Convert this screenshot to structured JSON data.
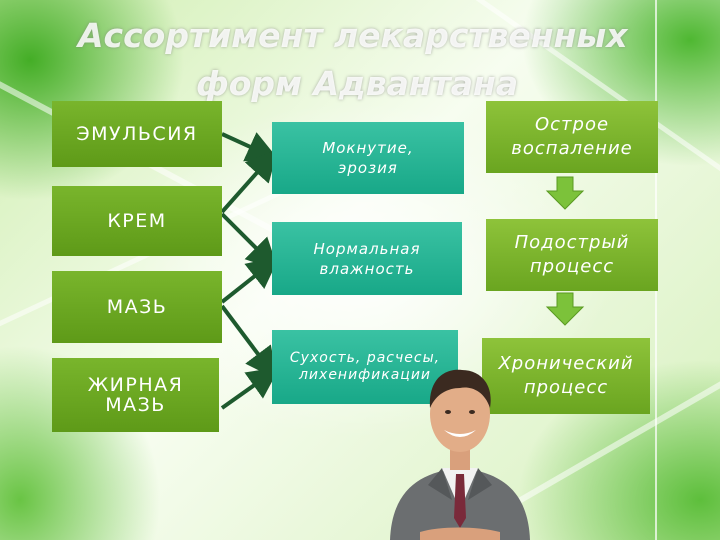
{
  "title": {
    "line1": "Ассортимент лекарственных",
    "line2": "форм Адвантана"
  },
  "left_column": [
    {
      "label": "ЭМУЛЬСИЯ"
    },
    {
      "label": "КРЕМ"
    },
    {
      "label": "МАЗЬ"
    },
    {
      "label": "ЖИРНАЯ МАЗЬ"
    }
  ],
  "middle_column": [
    {
      "label": "Мокнутие, эрозия"
    },
    {
      "label": "Нормальная влажность"
    },
    {
      "label": "Сухость, расчесы, лихенификации"
    }
  ],
  "right_column": [
    {
      "label": "Острое воспаление"
    },
    {
      "label": "Подострый процесс"
    },
    {
      "label": "Хронический процесс"
    }
  ],
  "colors": {
    "left_box": "#6aa620",
    "middle_box": "#22b393",
    "right_box": "#7ab52a",
    "connector": "#1e5a2e",
    "down_arrow": "#7cc23a"
  },
  "person_icon": "businessman-photo"
}
